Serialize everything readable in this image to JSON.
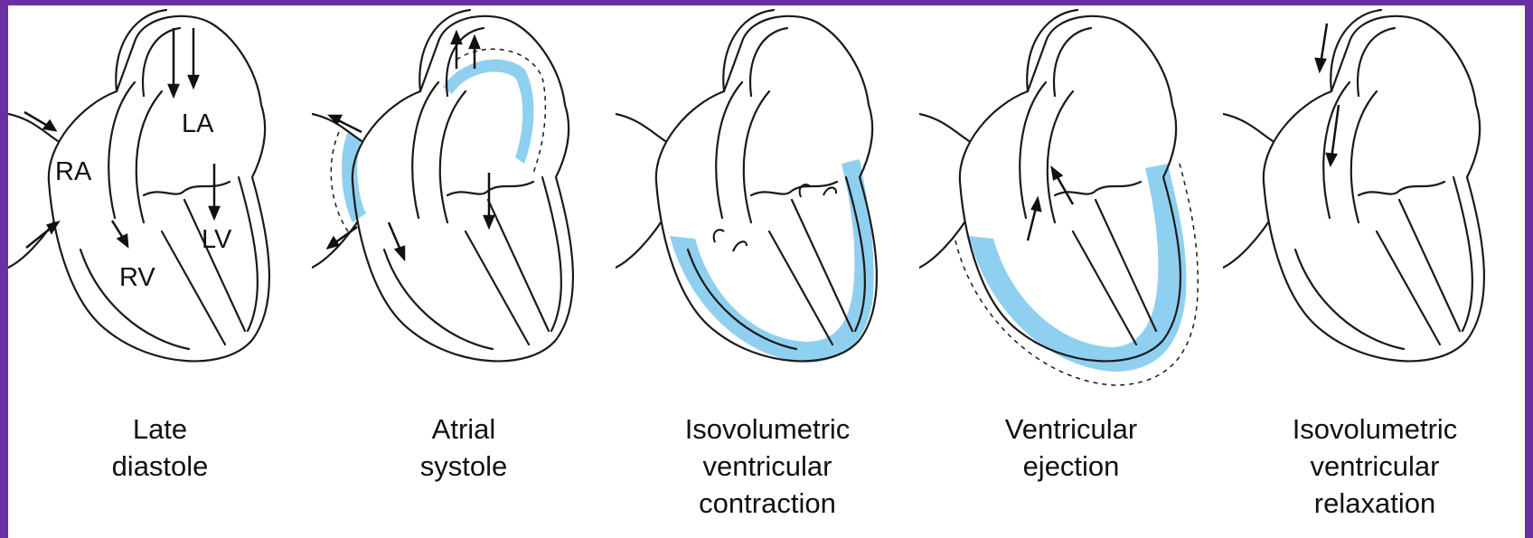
{
  "colors": {
    "border": "#6a2fa0",
    "background": "#ffffff",
    "stroke": "#1a1a1a",
    "highlight": "#8fd0f0"
  },
  "chamber_labels": {
    "ra": "RA",
    "la": "LA",
    "rv": "RV",
    "lv": "LV"
  },
  "phases": [
    {
      "id": "late-diastole",
      "lines": [
        "Late",
        "diastole"
      ]
    },
    {
      "id": "atrial-systole",
      "lines": [
        "Atrial",
        "systole"
      ]
    },
    {
      "id": "isovolumetric-contraction",
      "lines": [
        "Isovolumetric",
        "ventricular",
        "contraction"
      ]
    },
    {
      "id": "ventricular-ejection",
      "lines": [
        "Ventricular",
        "ejection"
      ]
    },
    {
      "id": "isovolumetric-relaxation",
      "lines": [
        "Isovolumetric",
        "ventricular",
        "relaxation"
      ]
    }
  ]
}
